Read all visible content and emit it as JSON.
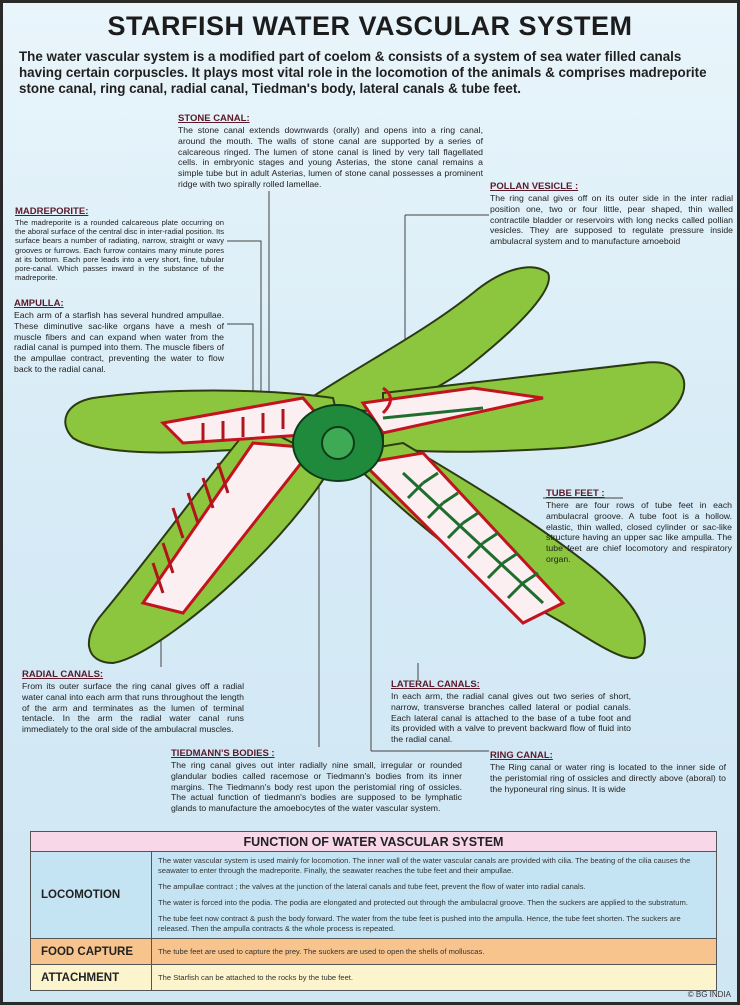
{
  "title": "STARFISH WATER VASCULAR SYSTEM",
  "intro": "The water vascular system is a modified part of coelom & consists of a system of sea water filled canals having certain corpuscles. It plays most vital role in the locomotion of the animals & comprises madreporite stone canal, ring canal, radial canal, Tiedman's body, lateral canals & tube feet.",
  "labels": {
    "stone_canal": {
      "heading": "STONE CANAL:",
      "text": "The stone canal extends downwards (orally) and opens into a ring canal, around the mouth. The walls of stone canal are supported by a series of calcareous ringed. The lumen of stone canal is lined by very tall flagellated cells. in embryonic stages and young Asterias, the stone canal remains a simple tube but in adult Asterias, lumen of stone canal possesses a prominent ridge with two spirally rolled lamellae."
    },
    "madreporite": {
      "heading": "MADREPORITE:",
      "text": "The madreporite is a rounded calcareous plate occurring on the aboral surface of the central disc in inter-radial position. Its surface bears a number of radiating, narrow, straight or wavy grooves or furrows. Each furrow contains many minute pores at its bottom. Each pore leads into a very short, fine, tubular pore-canal. Which passes inward in the substance of the madreporite."
    },
    "ampulla": {
      "heading": "AMPULLA:",
      "text": "Each arm of a starfish has several hundred ampullae. These diminutive sac-like organs have a mesh of muscle fibers and can expand when water from the radial canal is pumped into them. The muscle fibers of the ampullae contract, preventing the water to flow back to the radial canal."
    },
    "pollan_vesicle": {
      "heading": "POLLAN VESICLE :",
      "text": "The ring canal gives off on its outer side in the inter radial position one, two or four little, pear shaped, thin walled contractile bladder or reservoirs with long necks called pollian vesicles. They are supposed to regulate pressure inside ambulacral system and to manufacture amoeboid"
    },
    "tube_feet": {
      "heading": "TUBE FEET :",
      "text": "There are four rows of tube feet in each ambulacral groove. A tube foot is a hollow. elastic, thin walled, closed cylinder or sac-like structure having an upper sac like ampulla. The tube feet are chief locomotory and respiratory organ."
    },
    "radial_canals": {
      "heading": "RADIAL CANALS:",
      "text": "From its outer surface the ring canal gives off a radial water canal into each arm that runs throughout the length of the arm and terminates as the lumen of terminal tentacle. In the arm the radial water canal runs immediately to the oral side of the ambulacral muscles."
    },
    "lateral_canals": {
      "heading": "LATERAL CANALS:",
      "text": "In each arm, the radial canal gives out two series of short, narrow, transverse branches called lateral or podial canals. Each lateral canal is attached to the base of a tube foot and its provided with a valve to prevent backward flow of fluid into the radial canal."
    },
    "tiedmanns_bodies": {
      "heading": "TIEDMANN'S BODIES :",
      "text": "The ring canal gives out inter radially nine small, irregular or rounded glandular bodies called racemose or Tiedmann's bodies from its inner margins. The Tiedmann's body rest upon the peristomial ring of ossicles. The actual function of tiedmann's bodies are supposed to be lymphatic glands to manufacture the amoebocytes of the water vascular system."
    },
    "ring_canal": {
      "heading": "RING CANAL:",
      "text": "The Ring canal or water ring is located to the inner side of the peristomial ring of ossicles and directly above (aboral) to the hyponeural ring sinus. It is wide"
    }
  },
  "table": {
    "header": "FUNCTION OF WATER VASCULAR SYSTEM",
    "rows": [
      {
        "label": "LOCOMOTION",
        "paras": [
          "The water vascular system is used mainly for locomotion. The inner wall of the water vascular canals are provided with cilia. The beating of the cilia causes the seawater to enter through the madreporite. Finally, the seawater reaches the tube feet and their ampullae.",
          "The ampullae contract ; the valves at the junction of the lateral canals and tube feet, prevent the flow of water into radial canals.",
          "The water is forced into the podia. The podia are elongated and protected out through the ambulacral groove. Then the suckers are applied to the substratum.",
          "The tube feet now contract & push the body forward. The water from the tube feet is pushed into the ampulla. Hence, the tube feet shorten. The suckers are released. Then the ampulla contracts & the whole process is repeated."
        ]
      },
      {
        "label": "FOOD CAPTURE",
        "paras": [
          "The tube feet are used to capture the prey. The suckers are used to open the shells of molluscas."
        ]
      },
      {
        "label": "ATTACHMENT",
        "paras": [
          "The Starfish can be attached to the rocks by the tube feet."
        ]
      }
    ]
  },
  "copyright": "© BG INDIA",
  "colors": {
    "arm_green": "#8cc63f",
    "canal_red": "#d6202a",
    "disc_green": "#1f8a3c",
    "heading": "#5a1a2a"
  }
}
